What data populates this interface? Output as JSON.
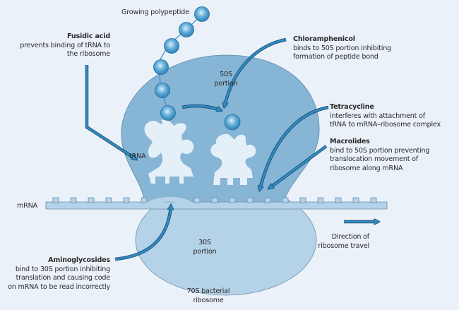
{
  "diagram": {
    "title": "70S bacterial ribosome",
    "structures": {
      "growing_polypeptide": "Growing polypeptide",
      "large_subunit": [
        "50S",
        "portion"
      ],
      "small_subunit": [
        "30S",
        "portion"
      ],
      "trna": "tRNA",
      "mrna": "mRNA",
      "ribosome": [
        "70S bacterial",
        "ribosome"
      ],
      "direction": [
        "Direction of",
        "ribosome travel"
      ]
    },
    "antibiotics": [
      {
        "name": "Fusidic acid",
        "lines": [
          "prevents binding of tRNA to",
          "the ribosome"
        ]
      },
      {
        "name": "Chloramphenicol",
        "lines": [
          "binds to 50S portion inhibiting",
          "formation of peptide bond"
        ]
      },
      {
        "name": "Tetracycline",
        "lines": [
          "interferes with attachment of",
          "tRNA to mRNA–ribosome complex"
        ]
      },
      {
        "name": "Macrolides",
        "lines": [
          "bind to 50S portion preventing",
          "translocation movement of",
          "ribosome along mRNA"
        ]
      },
      {
        "name": "Aminoglycosides",
        "lines": [
          "bind to 30S portion inhibiting",
          "translation and causing code",
          "on mRNA to be read incorrectly"
        ]
      }
    ],
    "colors": {
      "background": "#eaf1f8",
      "subunit_50s": "#86b5d6",
      "subunit_30s": "#b4d2e8",
      "mrna": "#b4d2e8",
      "trna": "#e4eff8",
      "arrow": "#2f8cc4",
      "bead": "#4a9fd0"
    }
  }
}
